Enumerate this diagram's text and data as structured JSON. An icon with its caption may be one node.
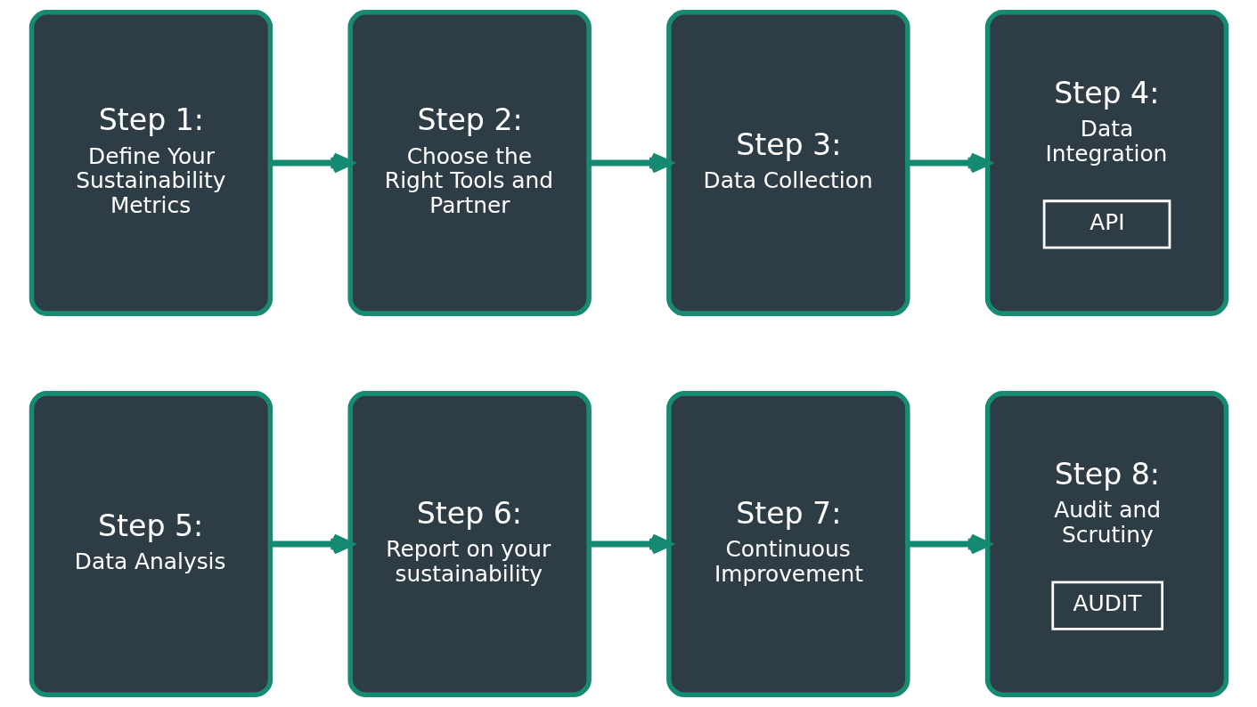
{
  "diagram": {
    "nodes": [
      {
        "text": [
          "Step 1:",
          "Define Your Sustainability Metrics"
        ]
      },
      {
        "text": [
          "Step 2:",
          "Choose the Right Tools and Partner"
        ]
      },
      {
        "text": [
          "Step 3:",
          "Data Collection"
        ]
      },
      {
        "text": [
          "Step 4:",
          "Data Integration",
          "API"
        ]
      },
      {
        "text": [
          "Step 5:",
          "Data Analysis"
        ]
      },
      {
        "text": [
          "Step 6:",
          "Report on your sustainability"
        ]
      },
      {
        "text": [
          "Step 7:",
          "Continuous Improvement"
        ]
      },
      {
        "text": [
          "Step 8:",
          "Audit and Scrutiny",
          "AUDIT"
        ]
      }
    ],
    "edges": [
      {
        "from": 0,
        "to": 1,
        "arrow": "to"
      },
      {
        "from": 1,
        "to": 2,
        "arrow": "to"
      },
      {
        "from": 2,
        "to": 3,
        "arrow": "to"
      },
      {
        "from": 4,
        "to": 5,
        "arrow": "to"
      },
      {
        "from": 5,
        "to": 6,
        "arrow": "to"
      },
      {
        "from": 6,
        "to": 7,
        "arrow": "to"
      }
    ]
  }
}
